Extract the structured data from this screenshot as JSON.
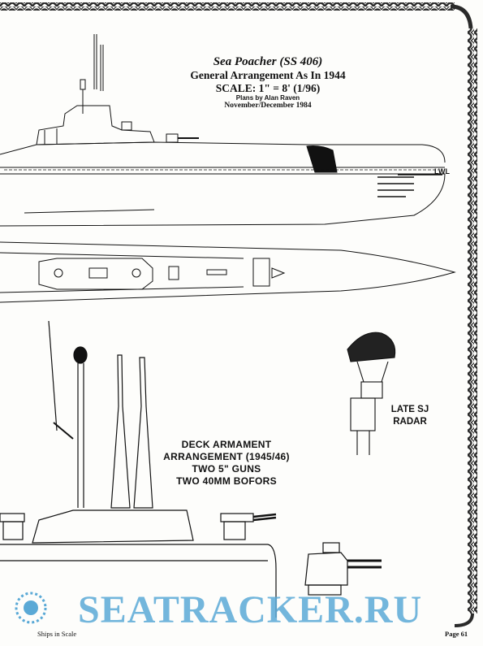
{
  "title": {
    "ship_name": "Sea Poacher (SS 406)",
    "arrangement": "General Arrangement As In 1944",
    "scale": "SCALE: 1\" = 8' (1/96)",
    "credit": "Plans by Alan Raven",
    "issue_date": "November/December 1984"
  },
  "labels": {
    "waterline": "LWL",
    "radar": [
      "LATE SJ",
      "RADAR"
    ],
    "deck_armament": [
      "DECK ARMAMENT",
      "ARRANGEMENT (1945/46)",
      "TWO 5\" GUNS",
      "TWO 40MM BOFORS"
    ]
  },
  "footer": {
    "magazine": "Ships in Scale",
    "page": "Page 61"
  },
  "watermark": "SEATRACKER.RU",
  "colors": {
    "ink": "#111111",
    "paper": "#fdfdfb",
    "rope": "#2a2a2a",
    "watermark": "#5aa9d6"
  }
}
